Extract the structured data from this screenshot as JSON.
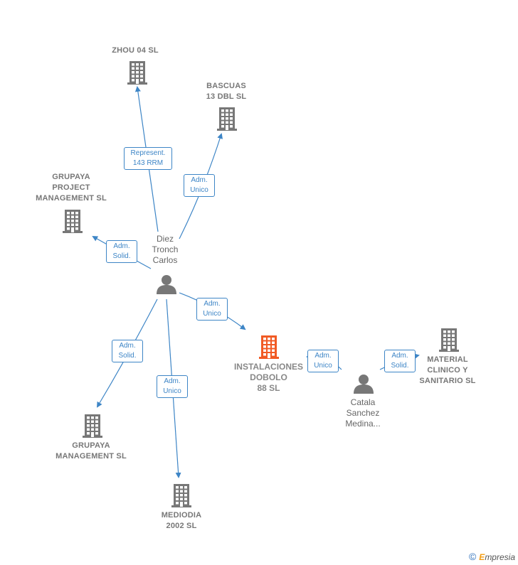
{
  "colors": {
    "edge": "#3d85c6",
    "company_icon": "#777777",
    "focus_icon": "#f15a24",
    "person_icon": "#777777"
  },
  "nodes": {
    "zhou": {
      "label": "ZHOU 04  SL",
      "kind": "company"
    },
    "bascuas": {
      "label": "BASCUAS\n13 DBL  SL",
      "kind": "company"
    },
    "grupaya_project": {
      "label": "GRUPAYA\nPROJECT\nMANAGEMENT SL",
      "kind": "company"
    },
    "diez": {
      "label": "Diez\nTronch\nCarlos",
      "kind": "person"
    },
    "instalaciones": {
      "label": "INSTALACIONES\nDOBOLO\n88  SL",
      "kind": "focus-company"
    },
    "material": {
      "label": "MATERIAL\nCLINICO Y\nSANITARIO SL",
      "kind": "company"
    },
    "catala": {
      "label": "Catala\nSanchez\nMedina...",
      "kind": "person"
    },
    "grupaya_mgmt": {
      "label": "GRUPAYA\nMANAGEMENT SL",
      "kind": "company"
    },
    "mediodia": {
      "label": "MEDIODIA\n2002 SL",
      "kind": "company"
    }
  },
  "edges": [
    {
      "id": "e1",
      "from": "diez",
      "to": "zhou",
      "label": "Represent.\n143 RRM"
    },
    {
      "id": "e2",
      "from": "diez",
      "to": "bascuas",
      "label": "Adm.\nUnico"
    },
    {
      "id": "e3",
      "from": "diez",
      "to": "grupaya_project",
      "label": "Adm.\nSolid."
    },
    {
      "id": "e4",
      "from": "diez",
      "to": "instalaciones",
      "label": "Adm.\nUnico"
    },
    {
      "id": "e5",
      "from": "diez",
      "to": "grupaya_mgmt",
      "label": "Adm.\nSolid."
    },
    {
      "id": "e6",
      "from": "diez",
      "to": "mediodia",
      "label": "Adm.\nUnico"
    },
    {
      "id": "e7",
      "from": "catala",
      "to": "instalaciones",
      "label": "Adm.\nUnico"
    },
    {
      "id": "e8",
      "from": "catala",
      "to": "material",
      "label": "Adm.\nSolid."
    }
  ],
  "footer": {
    "copyright": "©",
    "brand_e": "E",
    "brand_rest": "mpresia"
  }
}
